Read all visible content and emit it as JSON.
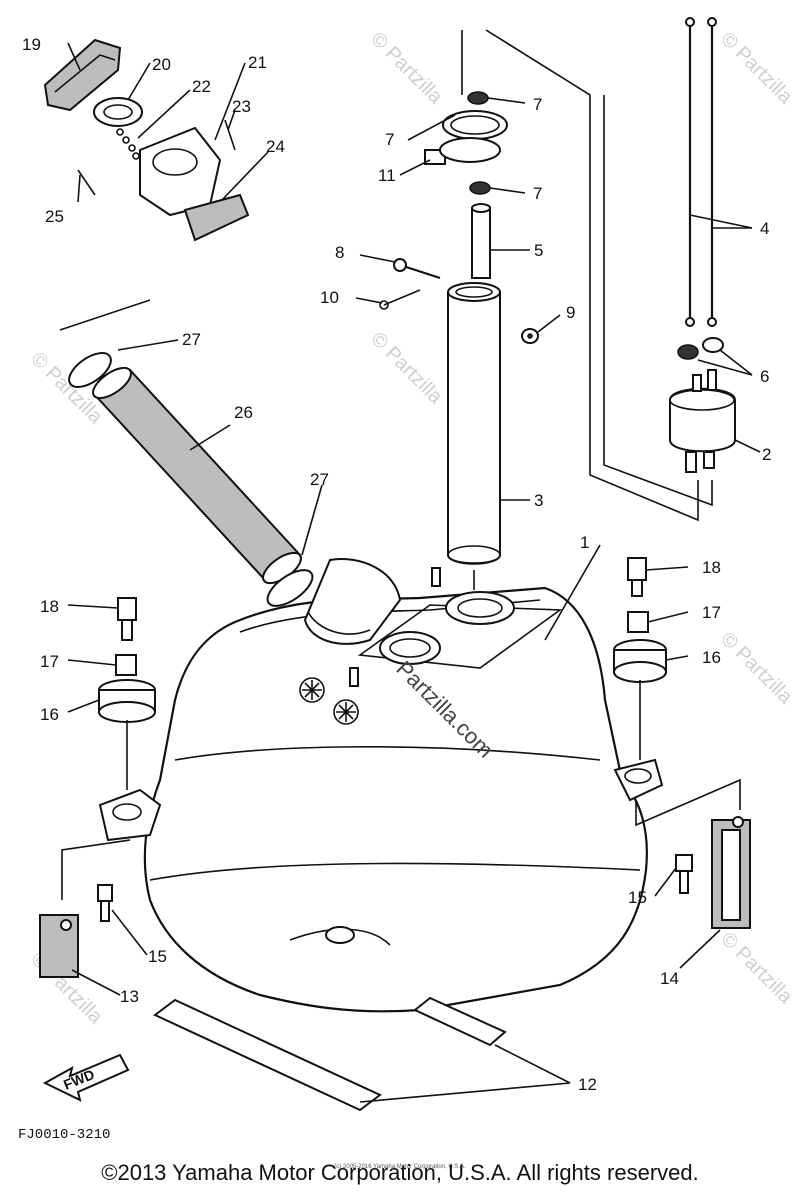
{
  "diagram": {
    "part_labels": {
      "p1": "1",
      "p2": "2",
      "p3": "3",
      "p4": "4",
      "p5": "5",
      "p6": "6",
      "p7a": "7",
      "p7b": "7",
      "p7c": "7",
      "p8": "8",
      "p9": "9",
      "p10": "10",
      "p11": "11",
      "p12": "12",
      "p13": "13",
      "p14": "14",
      "p15a": "15",
      "p15b": "15",
      "p16a": "16",
      "p16b": "16",
      "p17a": "17",
      "p17b": "17",
      "p18a": "18",
      "p18b": "18",
      "p19": "19",
      "p20": "20",
      "p21": "21",
      "p22": "22",
      "p23": "23",
      "p24": "24",
      "p25": "25",
      "p26": "26",
      "p27a": "27",
      "p27b": "27"
    },
    "fwd_label": "FWD",
    "diagram_code": "FJ0010-3210",
    "watermark": "Partzilla.com",
    "watermark_corner": "© Partzilla",
    "small_copyright": "(c) 2005-2016 Yamaha Motor Corporation, U.S.A.",
    "copyright": "©2013 Yamaha Motor Corporation, U.S.A. All rights reserved."
  }
}
